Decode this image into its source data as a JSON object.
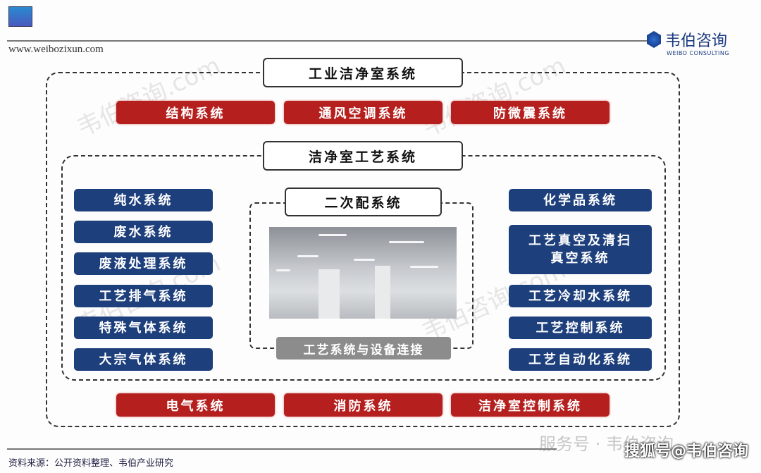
{
  "header": {
    "url": "www.weibozixun.com",
    "logo_name": "韦伯咨询",
    "logo_sub": "WEIBO CONSULTING"
  },
  "diagram": {
    "outer_title": "工业洁净室系统",
    "top_red": [
      "结构系统",
      "通风空调系统",
      "防微震系统"
    ],
    "inner_title": "洁净室工艺系统",
    "left_blue": [
      "纯水系统",
      "废水系统",
      "废液处理系统",
      "工艺排气系统",
      "特殊气体系统",
      "大宗气体系统"
    ],
    "center_title": "二次配系统",
    "center_button": "工艺系统与设备连接",
    "right_blue": [
      "化学品系统",
      "工艺真空及清扫真空系统",
      "工艺冷却水系统",
      "工艺控制系统",
      "工艺自动化系统"
    ],
    "bottom_red": [
      "电气系统",
      "消防系统",
      "洁净室控制系统"
    ]
  },
  "footer": {
    "source": "资料来源：公开资料整理、韦伯产业研究",
    "wechat": "服务号 · 韦伯咨询",
    "credit": "搜狐号@韦伯咨询"
  },
  "watermark": "韦伯咨询.com",
  "colors": {
    "red": "#b5201e",
    "blue": "#1d3f7c",
    "gray": "#8c8c8c"
  }
}
